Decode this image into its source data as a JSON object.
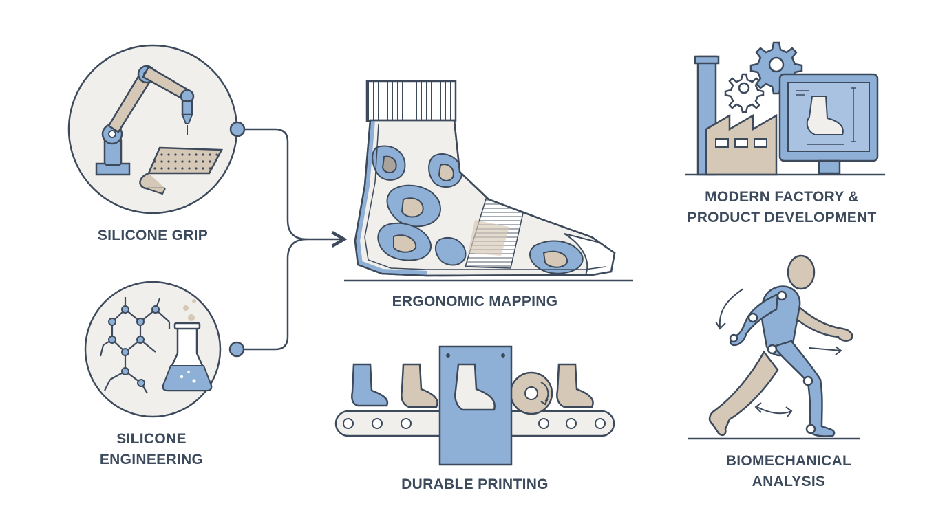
{
  "palette": {
    "outline": "#3c4a5c",
    "blue": "#8fb0d6",
    "tan": "#d6c8b6",
    "light": "#f1efec",
    "white": "#ffffff"
  },
  "panels": {
    "silicone_grip": {
      "label": "SILICONE GRIP",
      "icon": "robot-arm-icon"
    },
    "silicone_engineering": {
      "label_line1": "SILICONE",
      "label_line2": "ENGINEERING",
      "icon": "molecule-flask-icon"
    },
    "ergonomic_mapping": {
      "label": "ERGONOMIC MAPPING",
      "icon": "sock-pressure-map-icon"
    },
    "durable_printing": {
      "label": "DURABLE PRINTING",
      "icon": "conveyor-printer-icon"
    },
    "modern_factory": {
      "label_line1": "MODERN FACTORY &",
      "label_line2": "PRODUCT DEVELOPMENT",
      "icon": "factory-monitor-icon"
    },
    "biomechanical_analysis": {
      "label_line1": "BIOMECHANICAL",
      "label_line2": "ANALYSIS",
      "icon": "runner-joints-icon"
    }
  }
}
